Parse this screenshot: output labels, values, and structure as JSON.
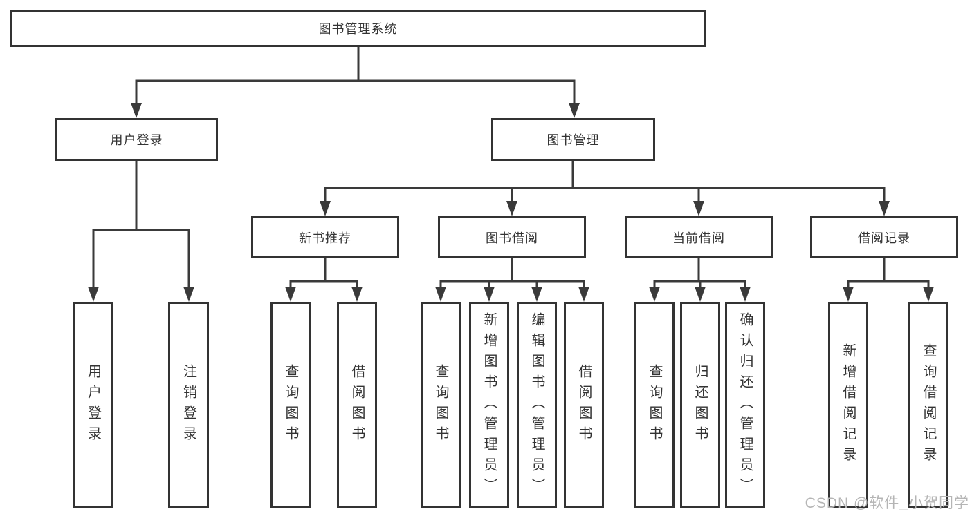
{
  "diagram": {
    "nodes": {
      "root": "图书管理系统",
      "user_login": "用户登录",
      "book_mgmt": "图书管理",
      "new_book": "新书推荐",
      "book_borrow": "图书借阅",
      "current_borrow": "当前借阅",
      "borrow_records": "借阅记录"
    },
    "leaves": {
      "login": [
        "用户登录",
        "注销登录"
      ],
      "new_book": [
        "查询图书",
        "借阅图书"
      ],
      "book_borrow": [
        "查询图书",
        "新增图书（管理员）",
        "编辑图书（管理员）",
        "借阅图书"
      ],
      "current_borrow": [
        "查询图书",
        "归还图书",
        "确认归还（管理员）"
      ],
      "borrow_records": [
        "新增借阅记录",
        "查询借阅记录"
      ]
    },
    "colors": {
      "line": "#3a3a3a",
      "border": "#333333",
      "fill": "#ffffff",
      "text": "#333333",
      "watermark": "#b5b5b5"
    }
  },
  "watermark": "CSDN @软件_小贺同学"
}
